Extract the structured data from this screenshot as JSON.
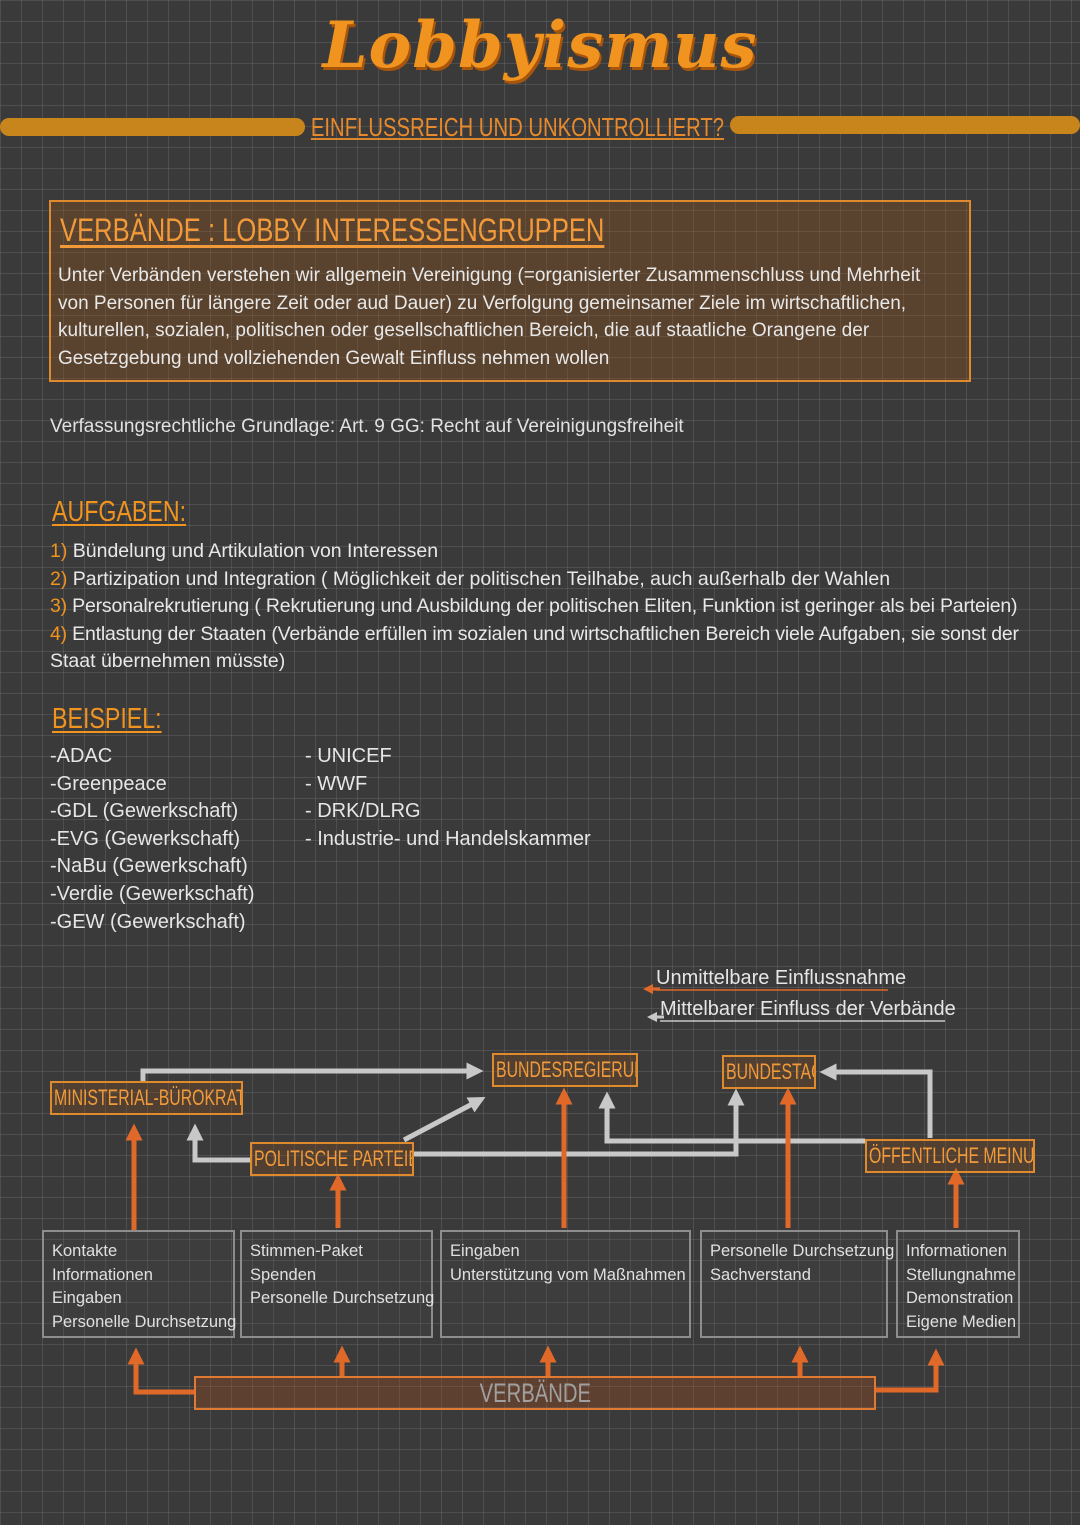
{
  "header": {
    "title": "Lobbyismus",
    "subtitle": "EINFLUSSREICH UND UNKONTROLLIERT?"
  },
  "definition": {
    "title": "VERBÄNDE : LOBBY INTERESSENGRUPPEN",
    "lines": [
      "Unter Verbänden verstehen wir allgemein Vereinigung (=organisierter Zusammenschluss und Mehrheit",
      "von Personen für längere Zeit oder aud Dauer) zu Verfolgung gemeinsamer Ziele im wirtschaftlichen,",
      "kulturellen, sozialen, politischen oder gesellschaftlichen Bereich, die auf staatliche Orangene der",
      "Gesetzgebung und vollziehenden Gewalt Einfluss nehmen wollen"
    ]
  },
  "legal_basis": "Verfassungsrechtliche Grundlage: Art. 9 GG: Recht auf Vereinigungsfreiheit",
  "tasks": {
    "heading": "AUFGABEN:",
    "items": [
      {
        "num": "1)",
        "text": " Bündelung und Artikulation von Interessen"
      },
      {
        "num": "2)",
        "text": " Partizipation und Integration ( Möglichkeit der politischen Teilhabe, auch außerhalb der Wahlen"
      },
      {
        "num": "3)",
        "text": " Personalrekrutierung ( Rekrutierung und Ausbildung der politischen Eliten, Funktion ist geringer als bei Parteien)"
      },
      {
        "num": "4)",
        "text": " Entlastung der Staaten (Verbände erfüllen im sozialen und wirtschaftlichen Bereich viele Aufgaben, sie sonst der"
      }
    ],
    "continuation": "Staat übernehmen müsste)"
  },
  "examples": {
    "heading": "BEISPIEL:",
    "left": [
      "-ADAC",
      "-Greenpeace",
      "-GDL (Gewerkschaft)",
      "-EVG (Gewerkschaft)",
      "-NaBu (Gewerkschaft)",
      "-Verdie (Gewerkschaft)",
      "-GEW (Gewerkschaft)"
    ],
    "right": [
      "- UNICEF",
      "- WWF",
      "- DRK/DLRG",
      "- Industrie- und Handelskammer"
    ]
  },
  "diagram": {
    "legend_direct": "Unmittelbare Einflussnahme",
    "legend_indirect": "Mittelbarer Einfluss der Verbände",
    "nodes": {
      "ministerial": "MINISTERIAL-BÜROKRATIE",
      "parteien": "POLITISCHE PARTEIEN",
      "regierung": "BUNDESREGIERUNG",
      "bundestag": "BUNDESTAG",
      "meinung": "ÖFFENTLICHE MEINUNG",
      "verbaende": "VERBÄNDE"
    },
    "boxes": [
      [
        "Kontakte",
        "Informationen",
        "Eingaben",
        "Personelle Durchsetzung"
      ],
      [
        "Stimmen-Paket",
        "Spenden",
        "Personelle Durchsetzung"
      ],
      [
        "Eingaben",
        "Unterstützung vom Maßnahmen"
      ],
      [
        "Personelle Durchsetzung",
        "Sachverstand"
      ],
      [
        "Informationen",
        "Stellungnahme",
        "Demonstration",
        "Eigene Medien"
      ]
    ],
    "colors": {
      "direct": "#e0692a",
      "indirect": "#c8c8c8"
    }
  }
}
